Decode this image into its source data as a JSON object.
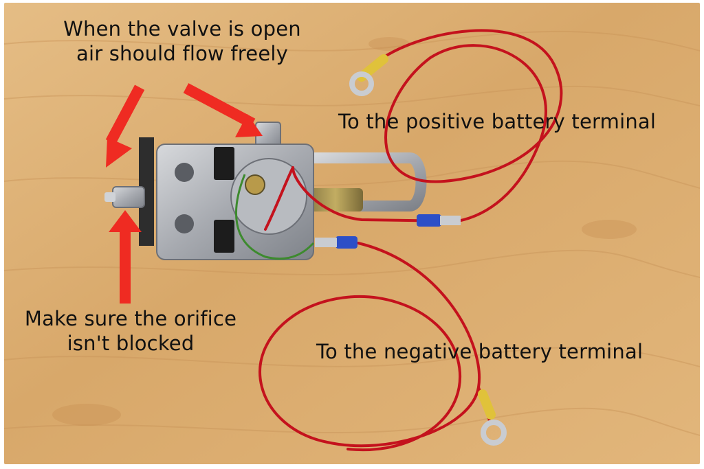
{
  "image": {
    "subject": "gas valve with wires",
    "colors": {
      "wood": "#d8a86a",
      "wire": "#c4121d",
      "arrow": "#ef2b22",
      "metal": "#a7aab0",
      "text": "#111111"
    }
  },
  "annotations": {
    "valve_open": {
      "line1": "When the valve is open",
      "line2": "air should flow freely"
    },
    "orifice": {
      "line1": "Make sure the orifice",
      "line2": "isn't blocked"
    },
    "positive": "To the positive battery terminal",
    "negative": "To the negative battery terminal"
  }
}
